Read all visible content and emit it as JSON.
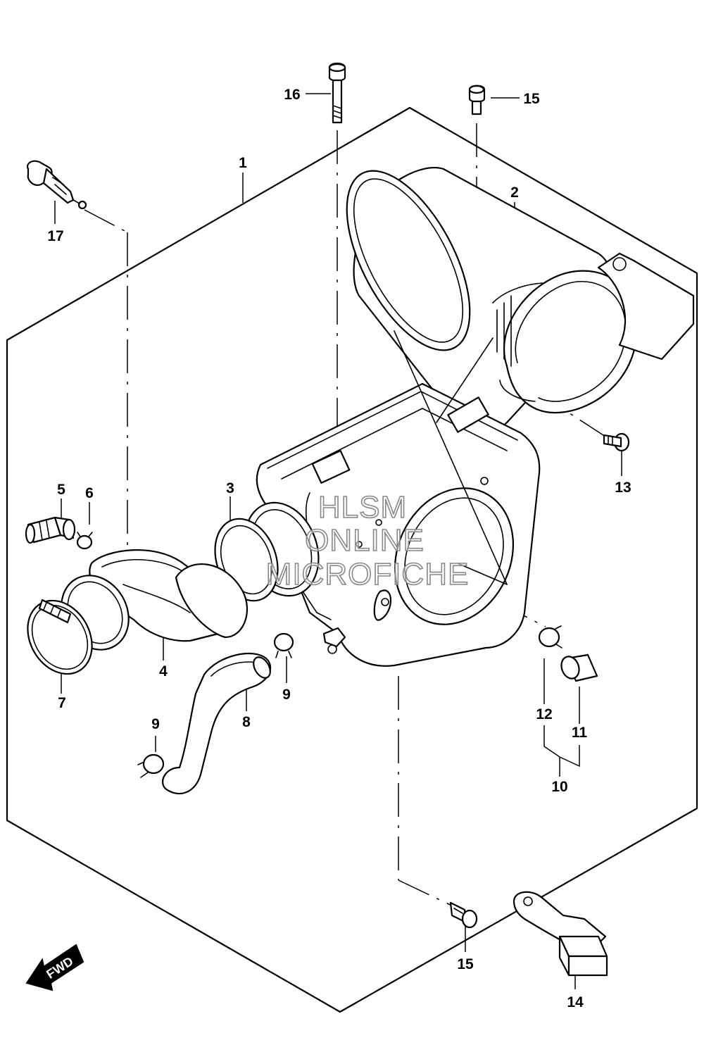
{
  "watermark": {
    "line1": "HLSM",
    "line2": "ONLINE",
    "line3": "MICROFICHE"
  },
  "direction_arrow": {
    "label": "FWD"
  },
  "callouts": [
    {
      "id": "c16",
      "label": "16"
    },
    {
      "id": "c15a",
      "label": "15"
    },
    {
      "id": "c1",
      "label": "1"
    },
    {
      "id": "c2",
      "label": "2"
    },
    {
      "id": "c17",
      "label": "17"
    },
    {
      "id": "c13",
      "label": "13"
    },
    {
      "id": "c5",
      "label": "5"
    },
    {
      "id": "c6",
      "label": "6"
    },
    {
      "id": "c3",
      "label": "3"
    },
    {
      "id": "c4",
      "label": "4"
    },
    {
      "id": "c7",
      "label": "7"
    },
    {
      "id": "c9a",
      "label": "9"
    },
    {
      "id": "c8",
      "label": "8"
    },
    {
      "id": "c9b",
      "label": "9"
    },
    {
      "id": "c12",
      "label": "12"
    },
    {
      "id": "c11",
      "label": "11"
    },
    {
      "id": "c10",
      "label": "10"
    },
    {
      "id": "c15b",
      "label": "15"
    },
    {
      "id": "c14",
      "label": "14"
    }
  ]
}
